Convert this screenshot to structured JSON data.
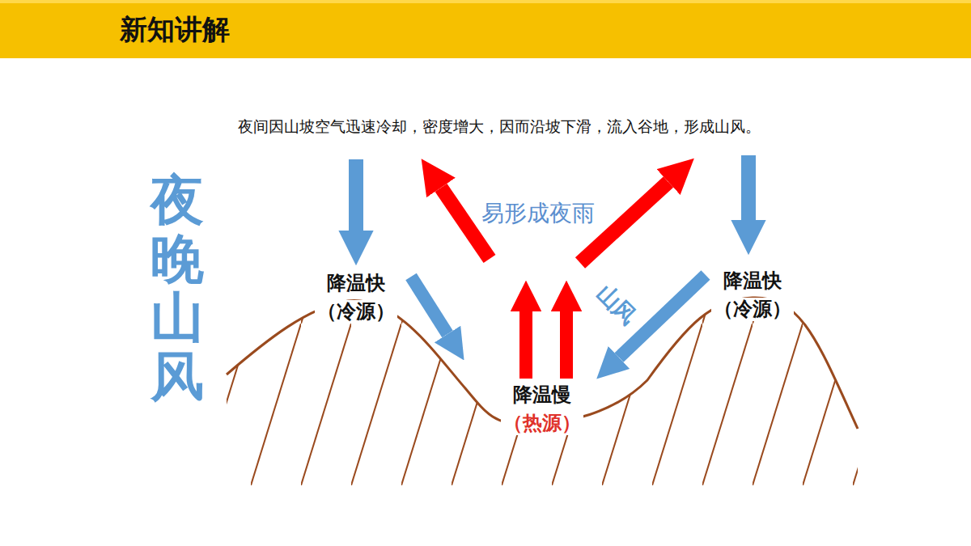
{
  "diagram": {
    "title": "新知讲解",
    "labels": [
      "夜间因山坡空气迅速冷却，密度增大，因而沿坡下滑，流入谷地，形成山风。",
      "夜晚山风",
      "降温快",
      "（冷源）",
      "易形成夜雨",
      "山风",
      "降温快",
      "（冷源）",
      "降温慢",
      "（热源）"
    ]
  }
}
